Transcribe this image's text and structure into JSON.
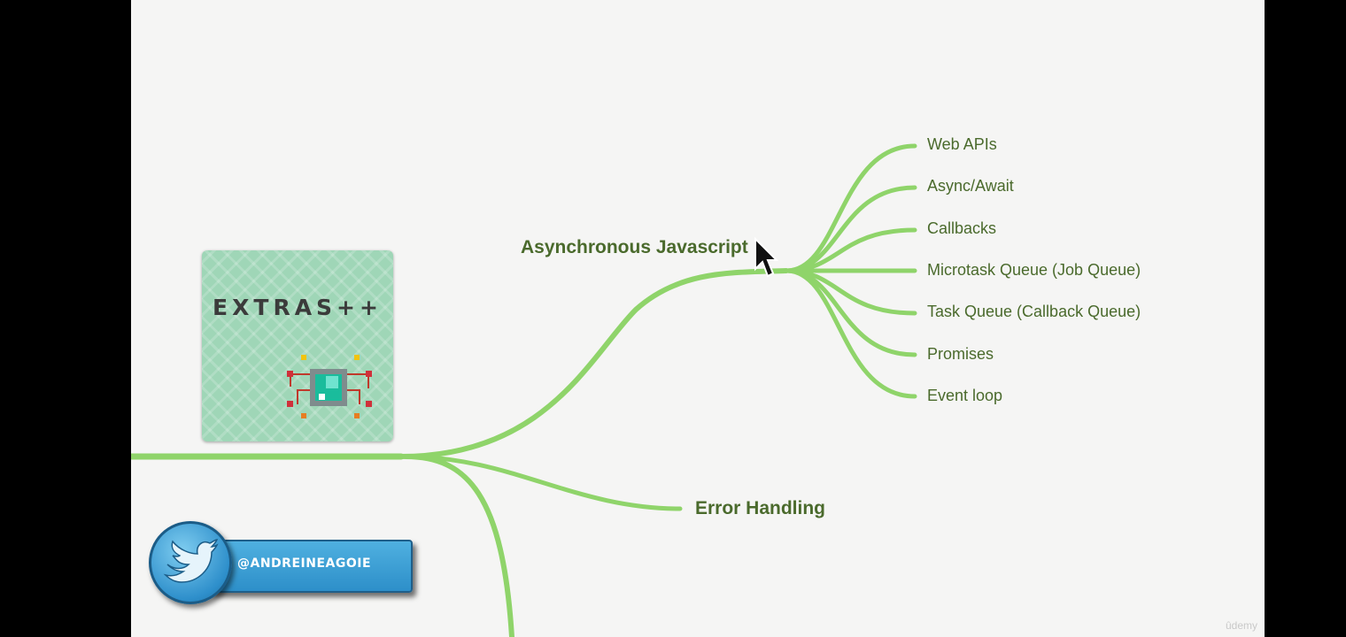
{
  "mindmap": {
    "branches": {
      "async": "Asynchronous Javascript",
      "errors": "Error Handling"
    },
    "leaves": [
      "Web APIs",
      "Async/Await",
      "Callbacks",
      "Microtask Queue (Job Queue)",
      "Task Queue (Callback Queue)",
      "Promises",
      "Event loop"
    ]
  },
  "logo": {
    "text": "EXTRAS++",
    "icon": "chip-icon"
  },
  "social": {
    "handle": "@ANDREINEAGOIE",
    "icon": "twitter-bird-icon"
  },
  "watermark": "ûdemy",
  "colors": {
    "branch_line": "#8fd46a",
    "label_text": "#4a6a2c",
    "background": "#f5f5f4",
    "twitter_blue": "#2d8fc9"
  }
}
